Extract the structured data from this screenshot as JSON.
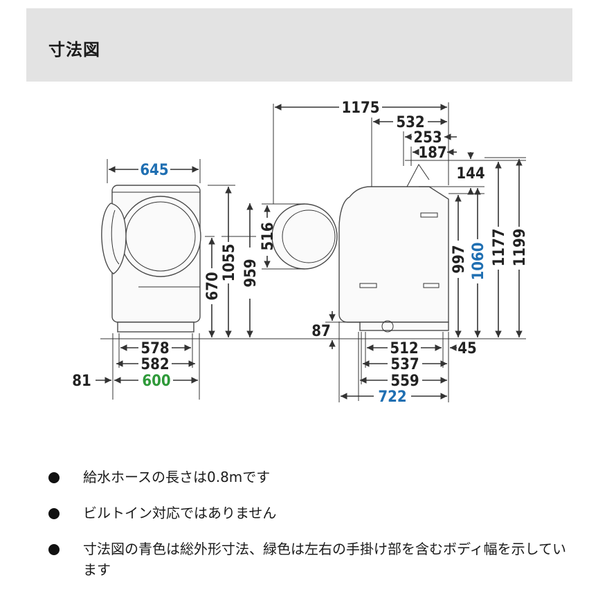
{
  "header": {
    "title": "寸法図"
  },
  "diagram": {
    "front": {
      "top_width": "645",
      "heights": [
        "1055",
        "959",
        "670"
      ],
      "bottom_widths": [
        "578",
        "582",
        "600"
      ],
      "left_offset": "81"
    },
    "door": {
      "diameter": "516"
    },
    "side": {
      "depth_top": "1175",
      "top_offsets": [
        "532",
        "253",
        "187"
      ],
      "hose": "144",
      "heights": [
        "997",
        "1060",
        "1177",
        "1199"
      ],
      "leg_height": "87",
      "bottom_depths": [
        "512",
        "537",
        "559",
        "722"
      ],
      "rear_offset": "45"
    },
    "colors": {
      "total": "#1f6fb2",
      "body_with_handles": "#2f9a3a",
      "line": "#333333"
    }
  },
  "notes": [
    "給水ホースの長さは0.8mです",
    "ビルトイン対応ではありません",
    "寸法図の青色は総外形寸法、緑色は左右の手掛け部を含むボディ幅を示しています"
  ]
}
